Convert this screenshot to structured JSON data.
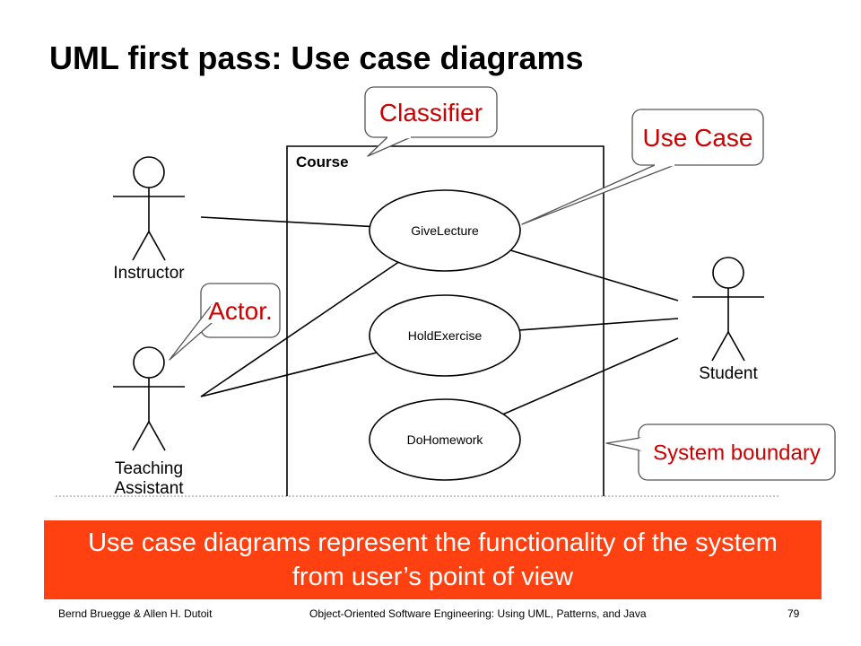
{
  "title": "UML first pass: Use case diagrams",
  "diagram": {
    "system_name": "Course",
    "actors": [
      {
        "id": "instructor",
        "lines": [
          "Instructor"
        ]
      },
      {
        "id": "teaching-assistant",
        "lines": [
          "Teaching",
          "Assistant"
        ]
      },
      {
        "id": "student",
        "lines": [
          "Student"
        ]
      }
    ],
    "use_cases": [
      {
        "id": "give-lecture",
        "label": "GiveLecture"
      },
      {
        "id": "hold-exercise",
        "label": "HoldExercise"
      },
      {
        "id": "do-homework",
        "label": "DoHomework"
      }
    ],
    "associations": [
      [
        "instructor",
        "give-lecture"
      ],
      [
        "teaching-assistant",
        "give-lecture"
      ],
      [
        "teaching-assistant",
        "hold-exercise"
      ],
      [
        "student",
        "give-lecture"
      ],
      [
        "student",
        "hold-exercise"
      ],
      [
        "student",
        "do-homework"
      ]
    ],
    "callouts": [
      {
        "id": "classifier",
        "label": "Classifier"
      },
      {
        "id": "use-case",
        "label": "Use Case"
      },
      {
        "id": "actor",
        "label": "Actor."
      },
      {
        "id": "system-boundary",
        "label": "System boundary"
      }
    ],
    "callout_color": "#cc0000"
  },
  "banner": {
    "line1": "Use case diagrams represent the functionality of the system",
    "line2": "from user’s point of view",
    "color": "#ff4010"
  },
  "footer": {
    "left": "Bernd Bruegge & Allen H. Dutoit",
    "center": "Object-Oriented Software Engineering: Using UML, Patterns, and Java",
    "page": "79"
  }
}
